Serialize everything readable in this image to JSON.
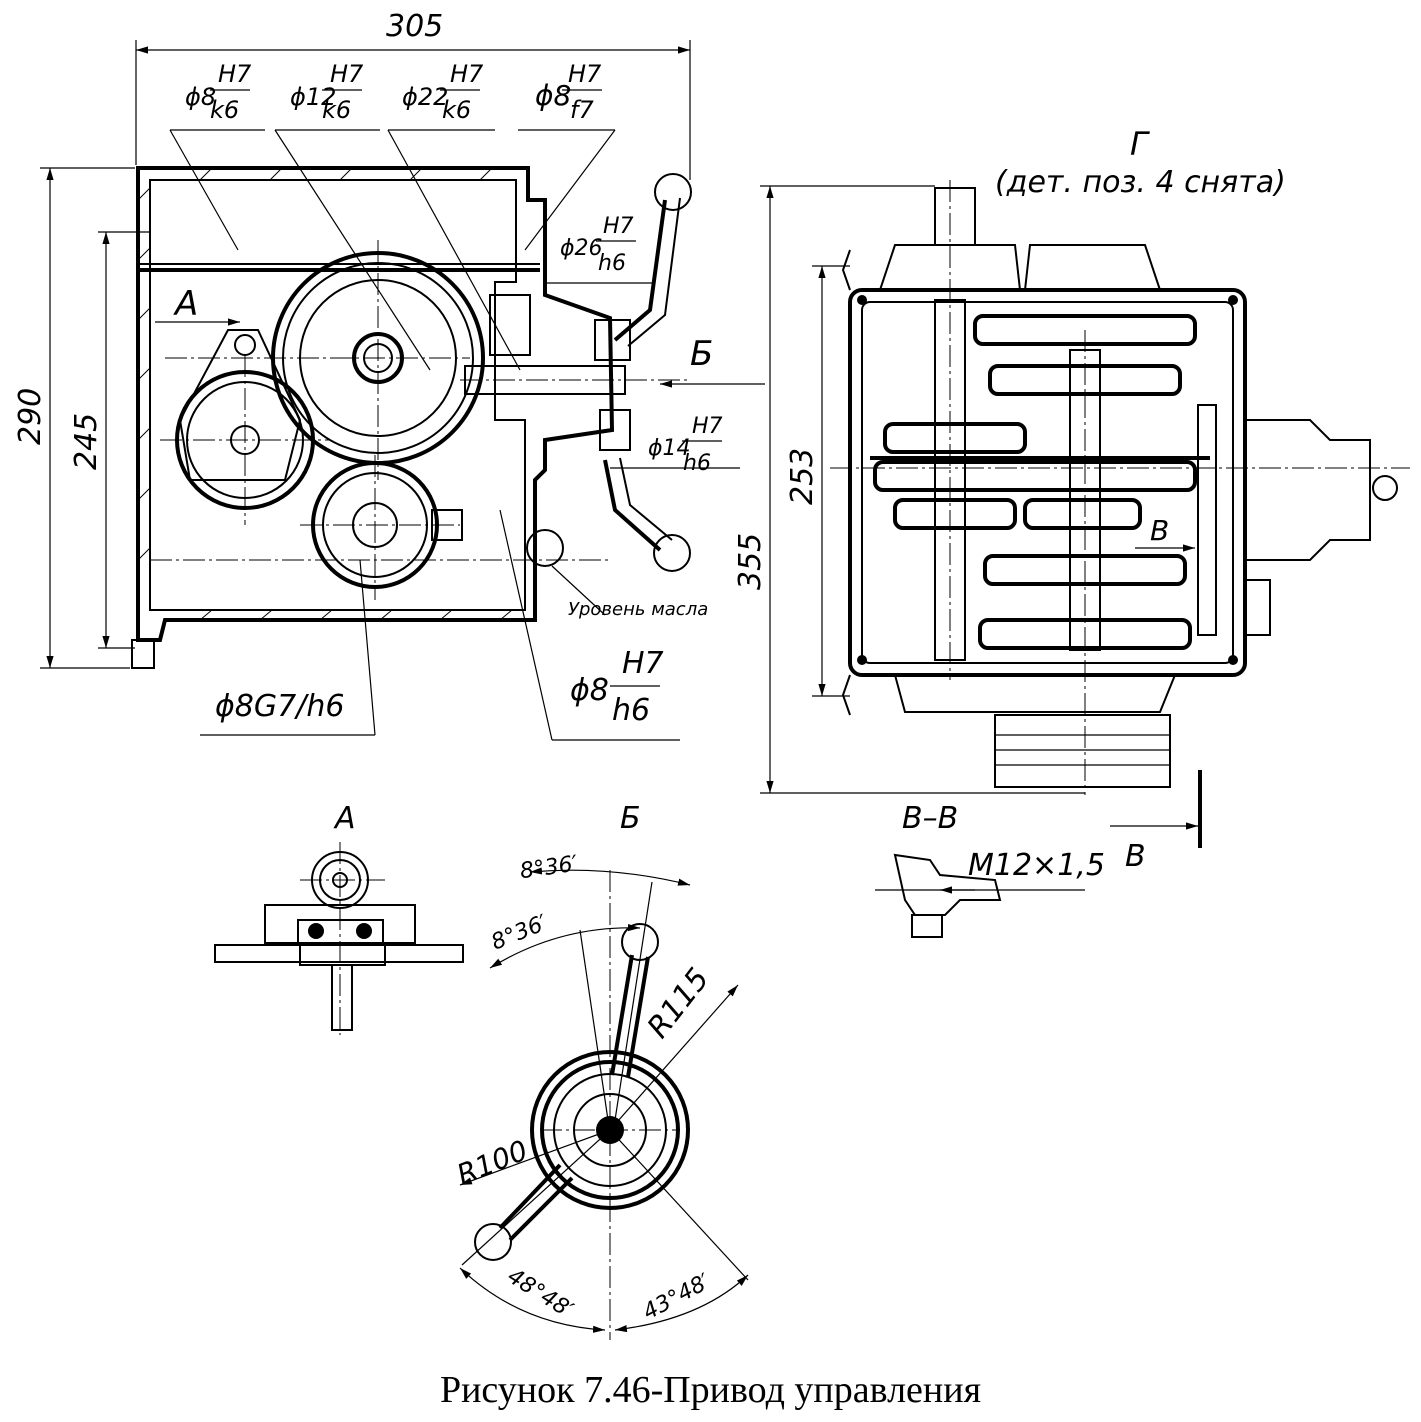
{
  "caption": "Рисунок 7.46-Привод управления",
  "views": {
    "view_g_title": "Г",
    "view_g_note": "(дет. поз. 4 снята)",
    "view_a_title": "А",
    "view_b_title": "Б",
    "section_vv_title": "В–В",
    "arrow_a": "А",
    "arrow_b": "Б",
    "arrow_v": "В",
    "arrow_v_small": "В"
  },
  "dimensions": {
    "width_305": "305",
    "height_290": "290",
    "height_245": "245",
    "height_253": "253",
    "height_355": "355",
    "radius_115": "R115",
    "radius_100": "R100",
    "angle_top_1": "8°36′",
    "angle_top_2": "8°36′",
    "angle_bottom_left": "48°48′",
    "angle_bottom_right": "43°48′",
    "thread": "M12×1,5"
  },
  "fits": [
    {
      "dia": "ϕ8",
      "num": "H7",
      "den": "k6"
    },
    {
      "dia": "ϕ12",
      "num": "H7",
      "den": "k6"
    },
    {
      "dia": "ϕ22",
      "num": "H7",
      "den": "k6"
    },
    {
      "dia": "ϕ8",
      "num": "H7",
      "den": "f7"
    },
    {
      "dia": "ϕ26",
      "num": "H7",
      "den": "h6"
    },
    {
      "dia": "ϕ14",
      "num": "H7",
      "den": "h6"
    },
    {
      "dia": "ϕ8",
      "num": "H7",
      "den": "h6"
    }
  ],
  "fit_plain": "ϕ8G7/h6",
  "oil_level": "Уровень масла"
}
